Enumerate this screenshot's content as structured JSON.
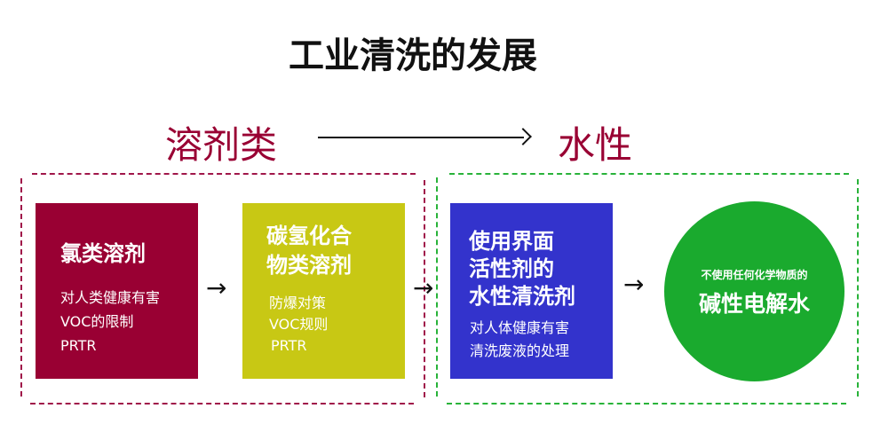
{
  "title": "工业清洗的发展",
  "phases": {
    "from": "溶剂类",
    "to": "水性"
  },
  "boxes": [
    {
      "heading": [
        "氯类溶剂"
      ],
      "lines": [
        "对人类健康有害",
        "VOC的限制",
        "PRTR"
      ],
      "color": "#990033"
    },
    {
      "heading": [
        "碳氢化合",
        "物类溶剂"
      ],
      "lines": [
        "防爆对策",
        "VOC规则",
        "PRTR"
      ],
      "color": "#c8c814"
    },
    {
      "heading": [
        "使用界面",
        "活性剂的",
        "水性清洗剂"
      ],
      "lines": [
        "对人体健康有害",
        "清洗废液的处理"
      ],
      "color": "#3333cc"
    }
  ],
  "circle": {
    "subtitle": "不使用任何化学物质的",
    "heading": "碱性电解水",
    "color": "#1aaa2e"
  }
}
